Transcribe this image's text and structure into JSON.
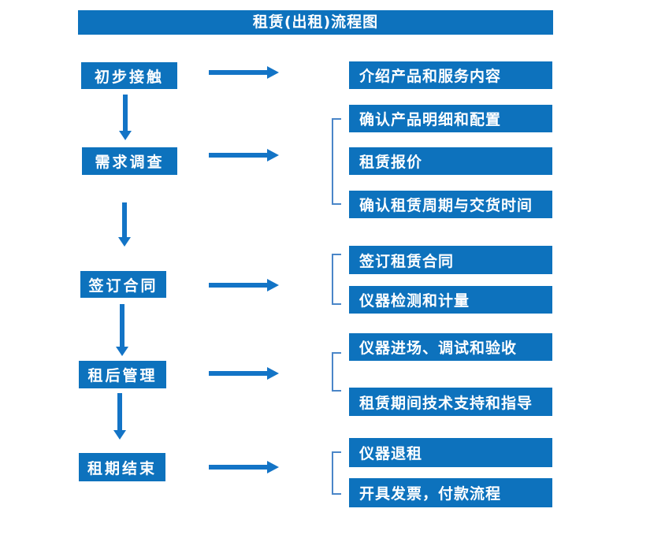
{
  "title": "租赁(出租)流程图",
  "colors": {
    "box_fill": "#0d72bd",
    "arrow": "#1374c6",
    "bracket": "#4a86c8",
    "text": "#ffffff",
    "background": "#ffffff"
  },
  "steps": [
    {
      "label": "初步接触"
    },
    {
      "label": "需求调查"
    },
    {
      "label": "签订合同"
    },
    {
      "label": "租后管理"
    },
    {
      "label": "租期结束"
    }
  ],
  "detail_groups": [
    {
      "items": [
        "介绍产品和服务内容"
      ]
    },
    {
      "items": [
        "确认产品明细和配置",
        "租赁报价",
        "确认租赁周期与交货时间"
      ]
    },
    {
      "items": [
        "签订租赁合同",
        "仪器检测和计量"
      ]
    },
    {
      "items": [
        "仪器进场、调试和验收",
        "租赁期间技术支持和指导"
      ]
    },
    {
      "items": [
        "仪器退租",
        "开具发票，付款流程"
      ]
    }
  ]
}
